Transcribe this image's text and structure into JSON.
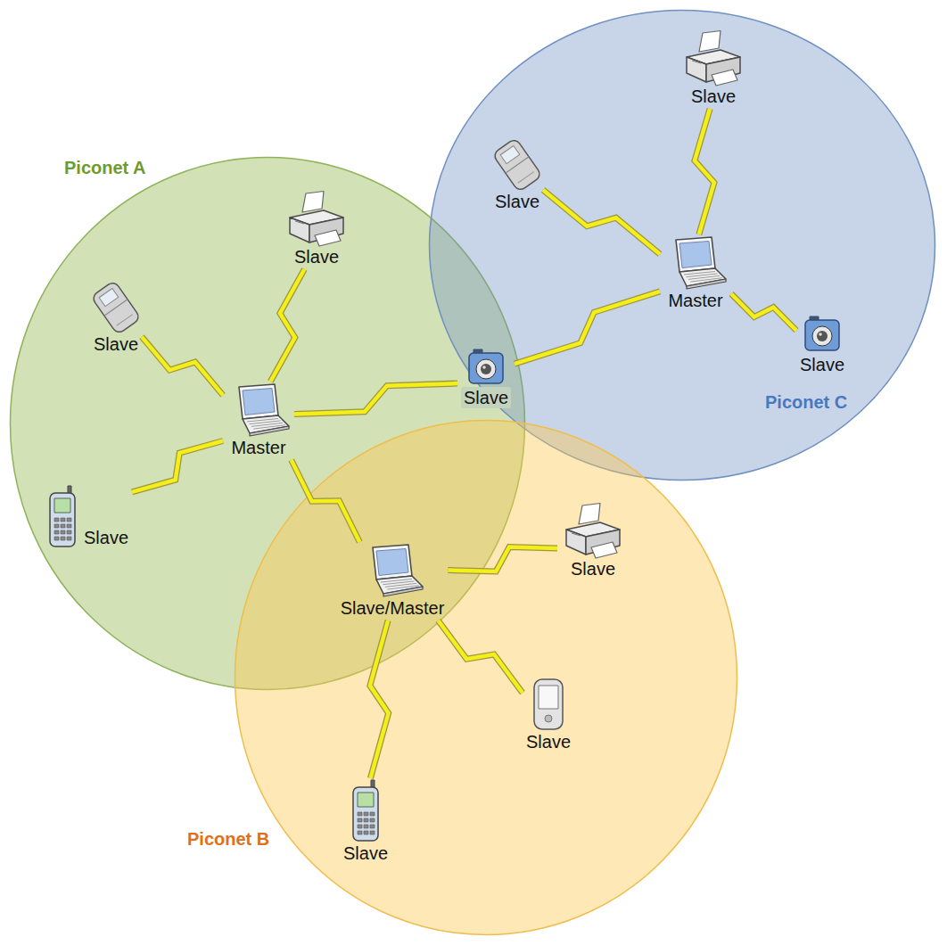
{
  "diagram": {
    "nodes": [
      {
        "text": [
          "Piconet A"
        ]
      },
      {
        "text": [
          "Piconet C"
        ]
      },
      {
        "text": [
          "Piconet B"
        ]
      },
      {
        "text": [
          "Slave"
        ],
        "in": 0
      },
      {
        "text": [
          "Slave"
        ],
        "in": 0
      },
      {
        "text": [
          "Master"
        ],
        "in": 0
      },
      {
        "text": [
          "Slave"
        ],
        "in": 0
      },
      {
        "text": [
          "Slave"
        ],
        "in": 0
      },
      {
        "text": [
          "Slave/Master"
        ],
        "in": 2
      },
      {
        "text": [
          "Slave"
        ],
        "in": 1
      },
      {
        "text": [
          "Slave"
        ],
        "in": 1
      },
      {
        "text": [
          "Master"
        ],
        "in": 1
      },
      {
        "text": [
          "Slave"
        ],
        "in": 1
      },
      {
        "text": [
          "Slave"
        ],
        "in": 2
      },
      {
        "text": [
          "Slave"
        ],
        "in": 2
      },
      {
        "text": [
          "Slave"
        ],
        "in": 2
      }
    ],
    "edges": [
      {
        "from": 5,
        "to": 3,
        "arrow": "none"
      },
      {
        "from": 5,
        "to": 4,
        "arrow": "none"
      },
      {
        "from": 5,
        "to": 6,
        "arrow": "none"
      },
      {
        "from": 5,
        "to": 7,
        "arrow": "none"
      },
      {
        "from": 5,
        "to": 8,
        "arrow": "none"
      },
      {
        "from": 11,
        "to": 9,
        "arrow": "none"
      },
      {
        "from": 11,
        "to": 10,
        "arrow": "none"
      },
      {
        "from": 11,
        "to": 12,
        "arrow": "none"
      },
      {
        "from": 11,
        "to": 6,
        "arrow": "none"
      },
      {
        "from": 8,
        "to": 13,
        "arrow": "none"
      },
      {
        "from": 8,
        "to": 14,
        "arrow": "none"
      },
      {
        "from": 8,
        "to": 15,
        "arrow": "none"
      }
    ]
  }
}
